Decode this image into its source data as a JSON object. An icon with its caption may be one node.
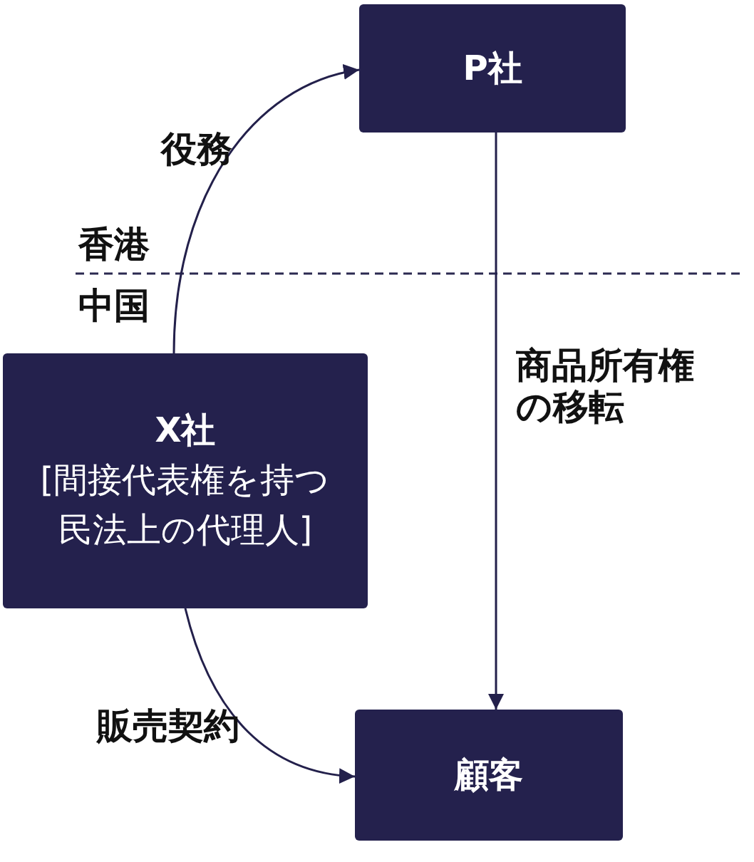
{
  "diagram": {
    "nodes": [
      {
        "text": [
          "P社"
        ]
      },
      {
        "text": [
          "X社",
          "[間接代表権を持つ民法上の代理人]"
        ]
      },
      {
        "text": [
          "顧客"
        ]
      }
    ],
    "edges": [
      {
        "from": 1,
        "to": 0,
        "arrow": "to",
        "label": "役務"
      },
      {
        "from": 0,
        "to": 2,
        "arrow": "to",
        "label": "商品所有権の移転"
      },
      {
        "from": 1,
        "to": 2,
        "arrow": "to",
        "label": "販売契約"
      }
    ],
    "labels": [
      "香港",
      "中国"
    ]
  }
}
